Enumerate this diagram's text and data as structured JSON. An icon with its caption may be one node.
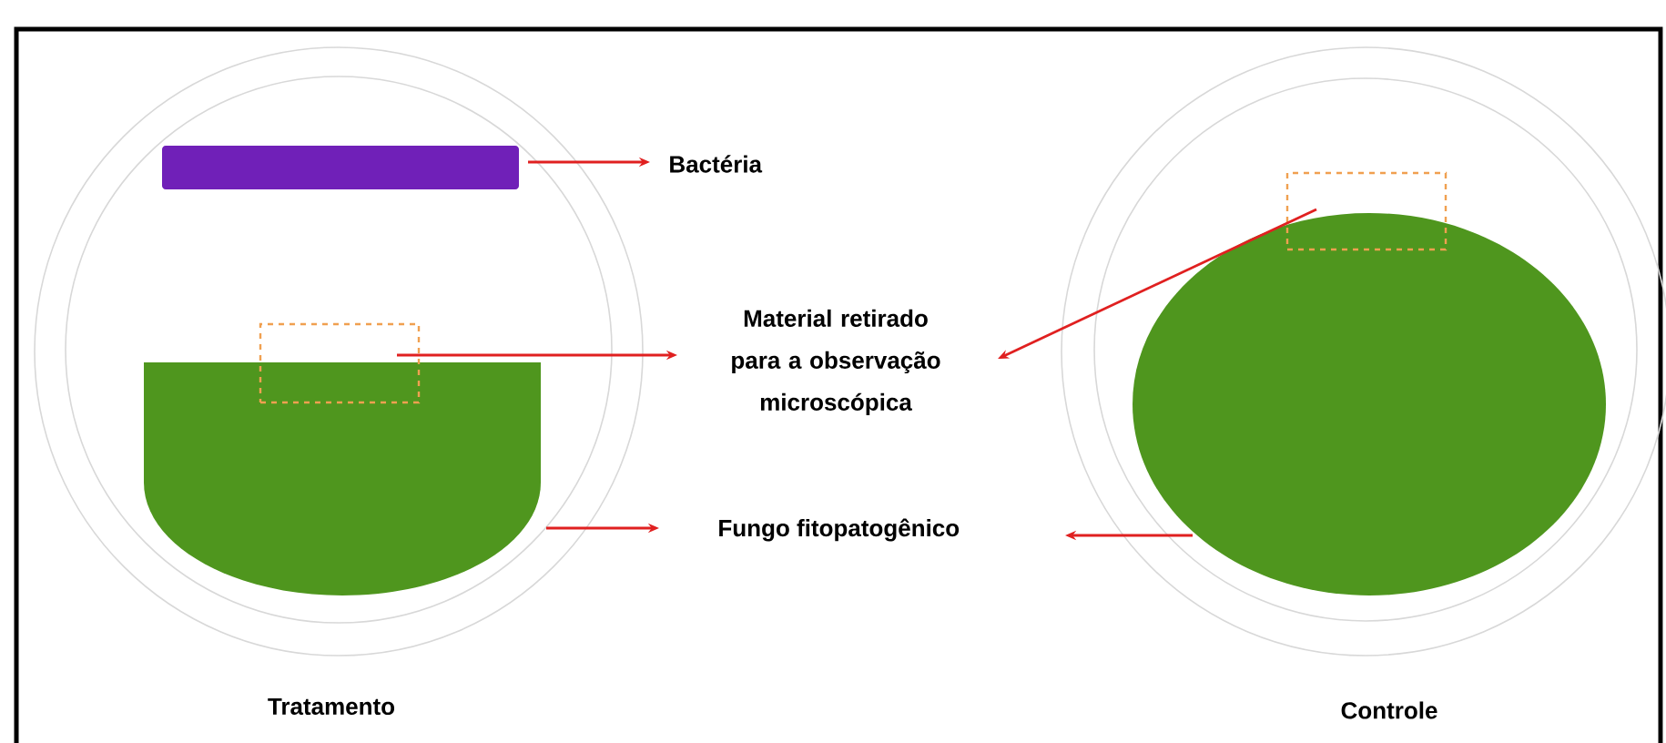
{
  "diagram": {
    "nodes": [
      {
        "text": [],
        "shape": "circle",
        "beside": [
          "Tratamento"
        ]
      },
      {
        "text": [],
        "shape": "bar",
        "in": 0
      },
      {
        "text": [],
        "shape": "semicircle",
        "in": 0
      },
      {
        "text": [],
        "shape": "box",
        "in": 0
      },
      {
        "text": [],
        "shape": "circle",
        "beside": [
          "Controle"
        ]
      },
      {
        "text": [],
        "shape": "ellipse",
        "in": 4
      },
      {
        "text": [],
        "shape": "box",
        "in": 4
      },
      {
        "text": [
          "Bactéria"
        ]
      },
      {
        "text": [
          "Material retirado para a observação microscópica"
        ]
      },
      {
        "text": [
          "Fungo fitopatogênico"
        ]
      }
    ],
    "edges": [
      {
        "from": 1,
        "to": 7,
        "arrow": "to"
      },
      {
        "from": 3,
        "to": 8,
        "arrow": "to"
      },
      {
        "from": 6,
        "to": 8,
        "arrow": "to"
      },
      {
        "from": 2,
        "to": 9,
        "arrow": "to"
      },
      {
        "from": 5,
        "to": 9,
        "arrow": "to"
      }
    ]
  }
}
